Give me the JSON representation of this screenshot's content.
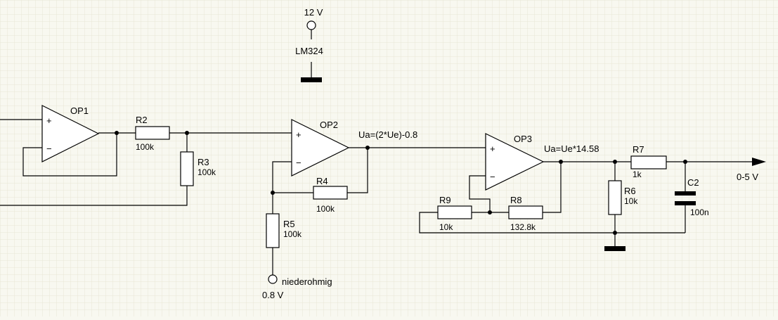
{
  "supply": {
    "voltage": "12 V",
    "ic": "LM324"
  },
  "opamps": [
    {
      "id": "OP1",
      "plus": "+",
      "minus": "−"
    },
    {
      "id": "OP2",
      "plus": "+",
      "minus": "−"
    },
    {
      "id": "OP3",
      "plus": "+",
      "minus": "−"
    }
  ],
  "resistors": {
    "R2": {
      "name": "R2",
      "value": "100k"
    },
    "R3": {
      "name": "R3",
      "value": "100k"
    },
    "R4": {
      "name": "R4",
      "value": "100k"
    },
    "R5": {
      "name": "R5",
      "value": "100k"
    },
    "R6": {
      "name": "R6",
      "value": "10k"
    },
    "R7": {
      "name": "R7",
      "value": "1k"
    },
    "R8": {
      "name": "R8",
      "value": "132.8k"
    },
    "R9": {
      "name": "R9",
      "value": "10k"
    }
  },
  "capacitor": {
    "name": "C2",
    "value": "100n"
  },
  "annotations": {
    "op2_output": "Ua=(2*Ue)-0.8",
    "op3_output": "Ua=Ue*14.58",
    "reference_label": "niederohmig",
    "reference_voltage": "0.8 V",
    "output_range": "0-5 V"
  }
}
